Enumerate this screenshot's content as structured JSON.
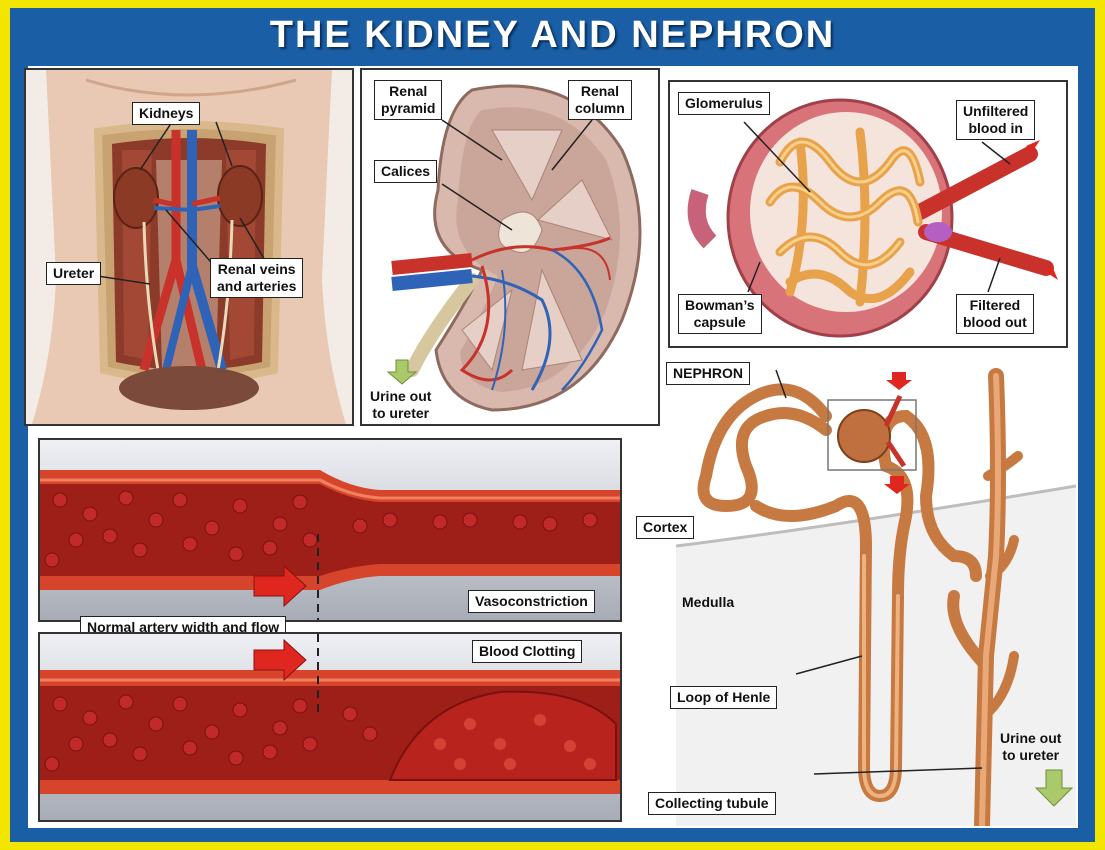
{
  "title": "THE KIDNEY AND NEPHRON",
  "colors": {
    "frame": "#f2e600",
    "banner": "#1a5fa6",
    "vessel_red": "#c8322a",
    "vein_blue": "#2f63b8",
    "arrow_red": "#e0271f",
    "arrow_green": "#a9c96a",
    "tubule": "#d98a55"
  },
  "body_panel": {
    "kidneys": "Kidneys",
    "ureter": "Ureter",
    "renal_vessels": "Renal veins\nand arteries"
  },
  "kidney_panel": {
    "renal_pyramid": "Renal\npyramid",
    "renal_column": "Renal\ncolumn",
    "calices": "Calices",
    "urine_out": "Urine out\nto ureter"
  },
  "glomerulus_panel": {
    "glomerulus": "Glomerulus",
    "unfiltered": "Unfiltered\nblood in",
    "bowmans": "Bowman’s\ncapsule",
    "filtered": "Filtered\nblood out"
  },
  "artery_panel": {
    "vasoconstriction": "Vasoconstriction",
    "normal": "Normal artery width and flow",
    "clotting": "Blood Clotting"
  },
  "nephron_panel": {
    "nephron": "NEPHRON",
    "cortex": "Cortex",
    "medulla": "Medulla",
    "loop": "Loop of Henle",
    "collecting": "Collecting tubule",
    "urine_out": "Urine out\nto ureter"
  },
  "icons": [
    "arrow-red",
    "arrow-green-down"
  ]
}
